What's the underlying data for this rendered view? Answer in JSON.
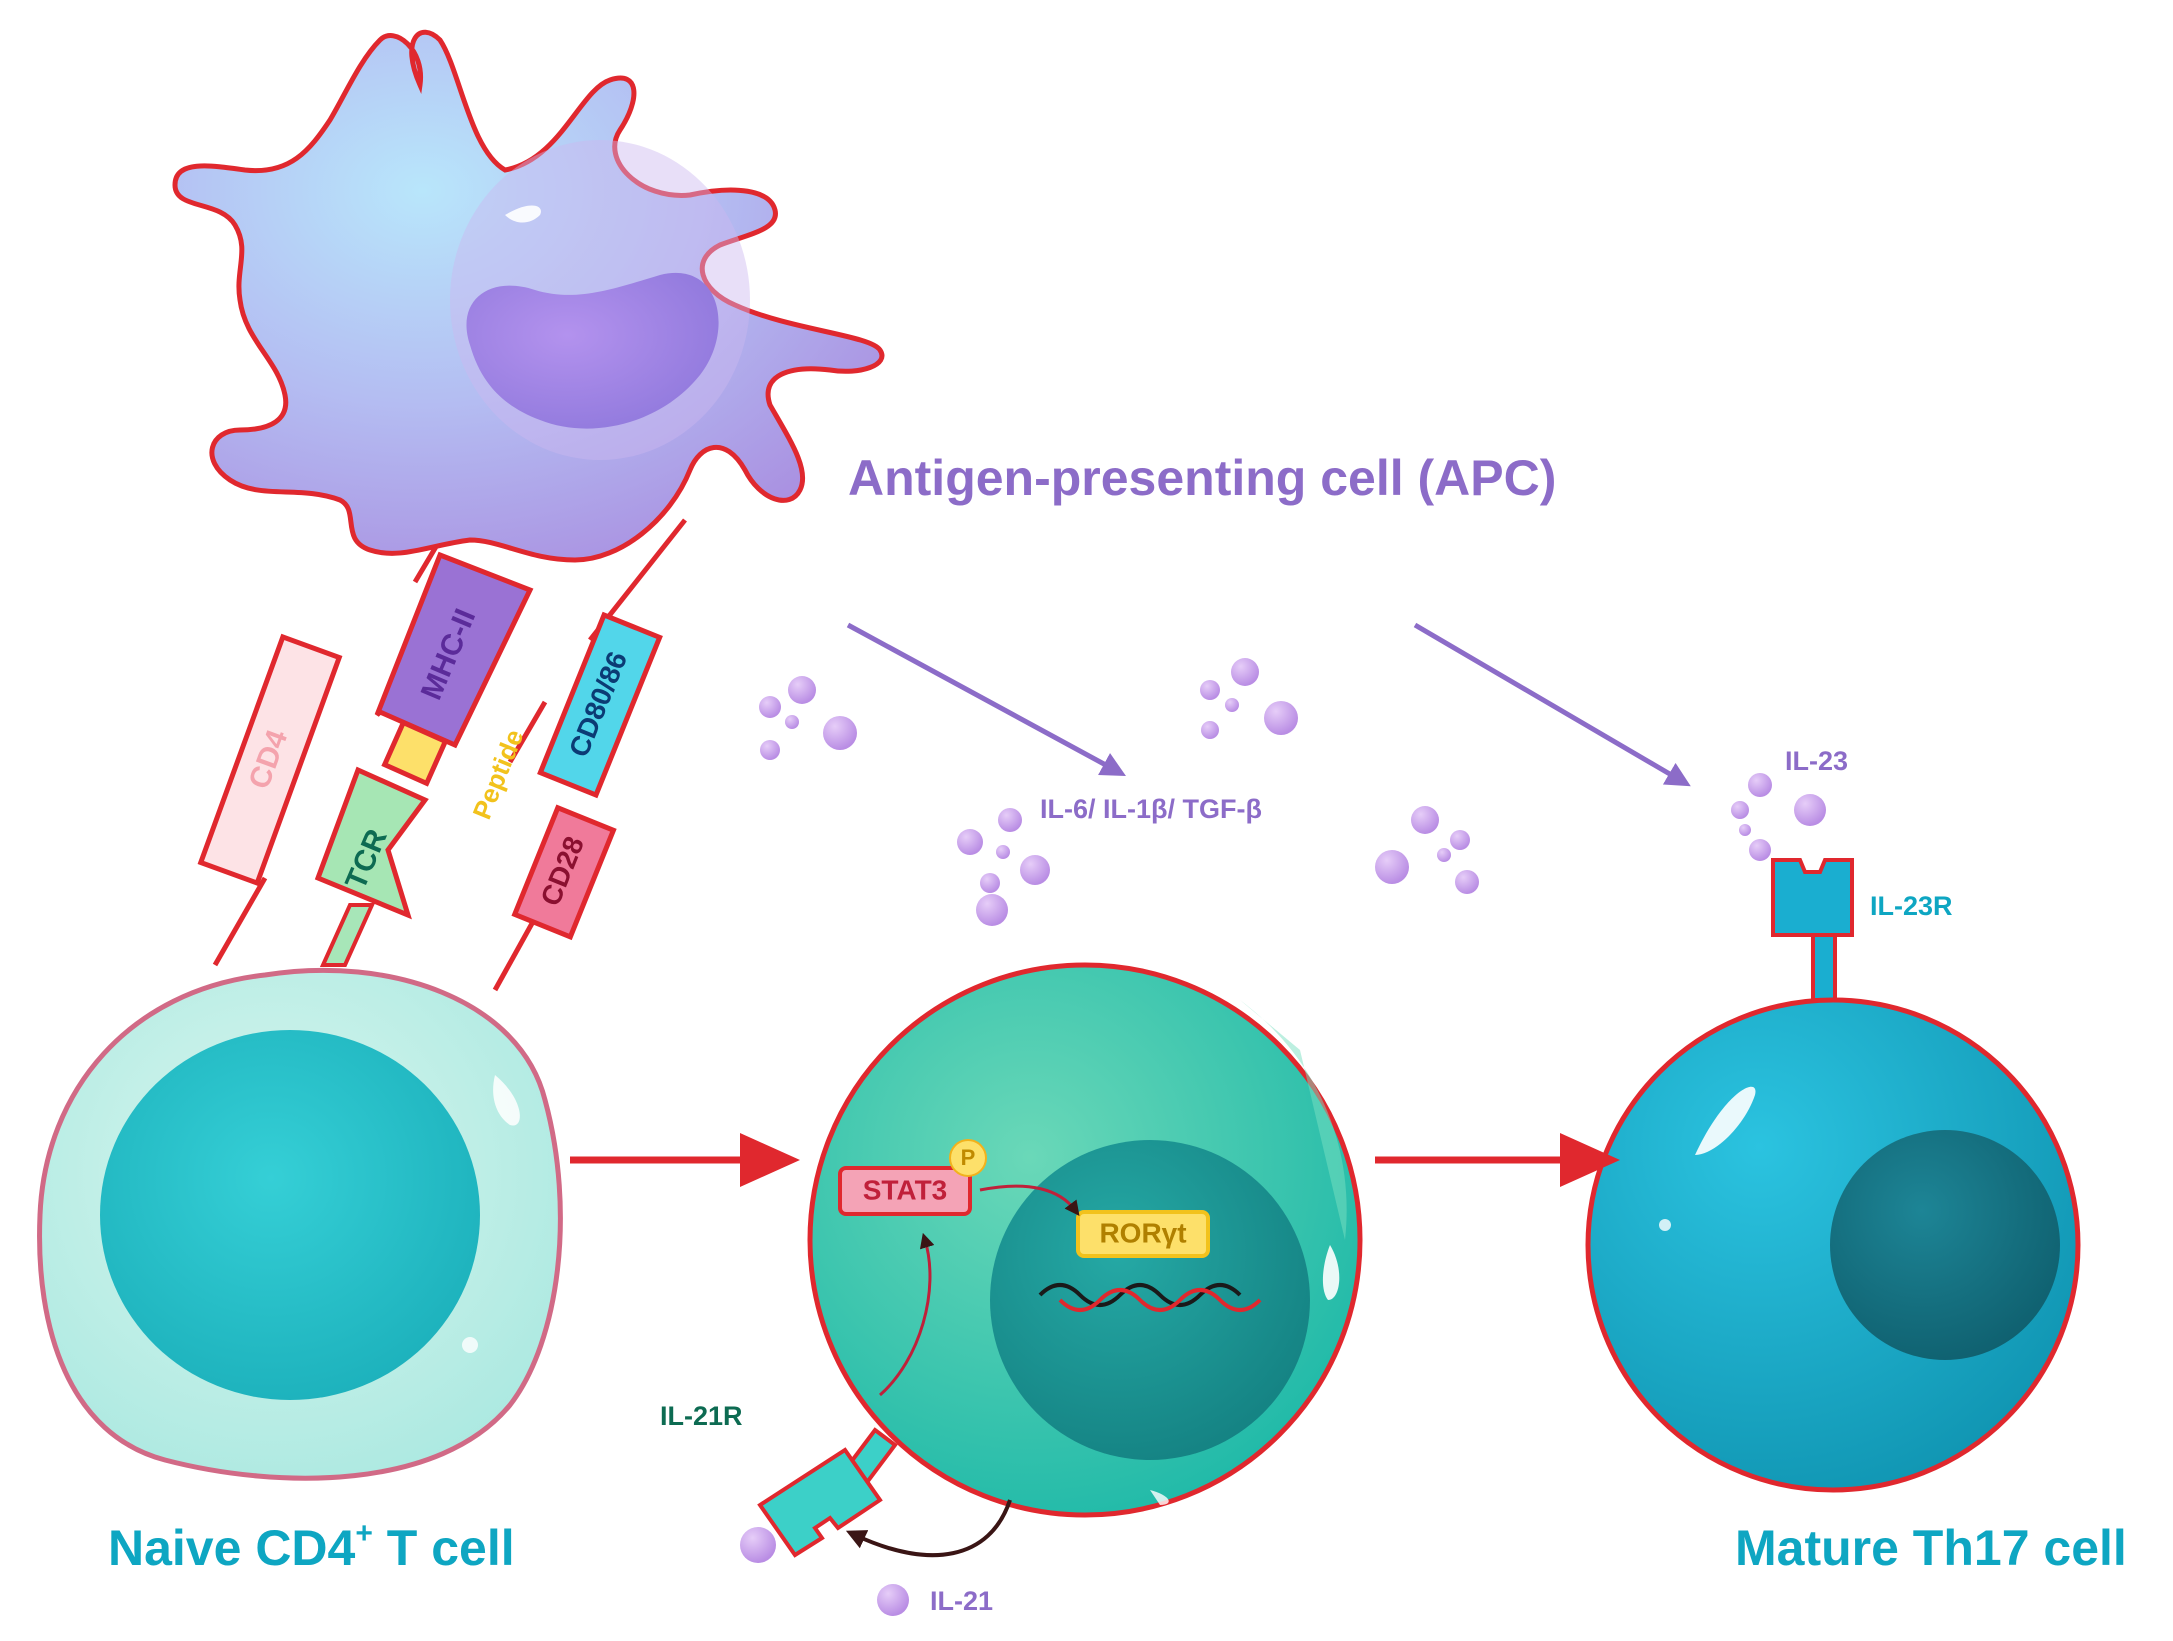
{
  "labels": {
    "apc": "Antigen-presenting cell (APC)",
    "cytokines": "IL-6/ IL-1β/ TGF-β",
    "il23": "IL-23",
    "il23r": "IL-23R",
    "il21r": "IL-21R",
    "il21": "IL-21",
    "naive_cell_prefix": "Naive CD4",
    "naive_cell_sup": "+",
    "naive_cell_suffix": " T cell",
    "mature_cell": "Mature Th17 cell"
  },
  "receptors": {
    "cd4": "CD4",
    "mhc2": "MHC-II",
    "peptide": "Peptide",
    "tcr": "TCR",
    "cd80_86": "CD80/86",
    "cd28": "CD28"
  },
  "intracellular": {
    "stat3": "STAT3",
    "phospho": "P",
    "rorgt": "RORγt"
  },
  "colors": {
    "outline_red": "#e0282e",
    "apc_purple": "#8c6cc8",
    "teal_text": "#0ea6c2",
    "dark_green_text": "#0d6b52",
    "cytokine_violet": "#c59ae8",
    "arrow_red": "#e0282e"
  }
}
